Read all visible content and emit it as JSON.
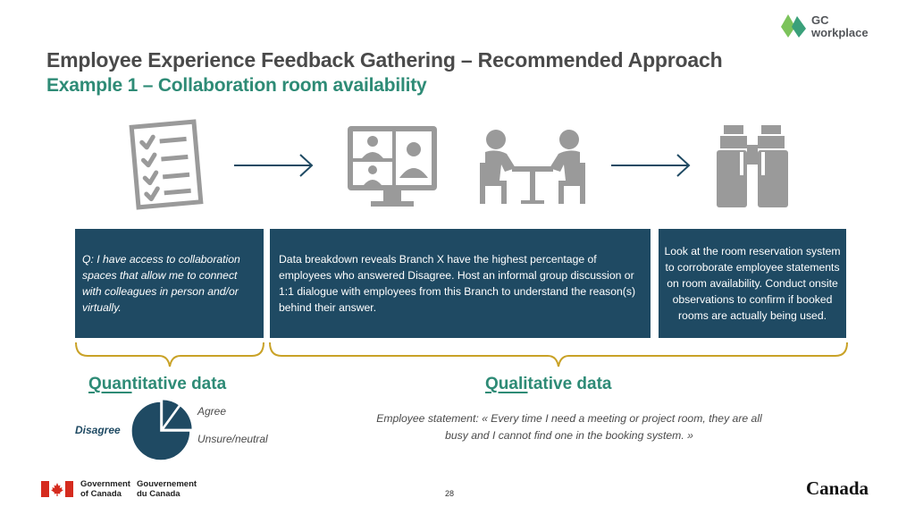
{
  "logo": {
    "line1": "GC",
    "line2": "workplace"
  },
  "title": {
    "main": "Employee Experience Feedback Gathering – Recommended Approach",
    "sub": "Example 1 – Collaboration room availability"
  },
  "icons": [
    "checklist-icon",
    "arrow-right-icon",
    "video-conference-icon",
    "meeting-icon",
    "arrow-right-icon",
    "binoculars-icon"
  ],
  "boxes": {
    "question": "Q: I have access to collaboration spaces that allow me to connect with colleagues in person and/or virtually.",
    "breakdown": "Data breakdown reveals Branch X have the highest percentage of employees who answered Disagree. Host an informal group discussion or 1:1 dialogue with employees from this Branch to understand the reason(s) behind their answer.",
    "observation": "Look at the room reservation system to corroborate employee statements on room availability. Conduct onsite observations to confirm if booked rooms are actually being used."
  },
  "quantitative": {
    "prefix": "Quan",
    "suffix": "titative data"
  },
  "qualitative": {
    "prefix": "Quali",
    "suffix": "tative data"
  },
  "chart_data": {
    "type": "pie",
    "labels": [
      "Disagree",
      "Agree",
      "Unsure/neutral"
    ],
    "values": [
      75,
      10,
      15
    ]
  },
  "statement": "Employee statement: « Every time I need a meeting or project room, they are all busy and I cannot find one in the booking system. »",
  "footer": {
    "gov_en_1": "Government",
    "gov_en_2": "of Canada",
    "gov_fr_1": "Gouvernement",
    "gov_fr_2": "du Canada",
    "page": "28",
    "wordmark": "Canada"
  },
  "colors": {
    "accent": "#2e8b76",
    "box": "#1f4a63",
    "bracket": "#c9a227",
    "pie": "#1f4a63",
    "icon": "#9a9a9a"
  }
}
